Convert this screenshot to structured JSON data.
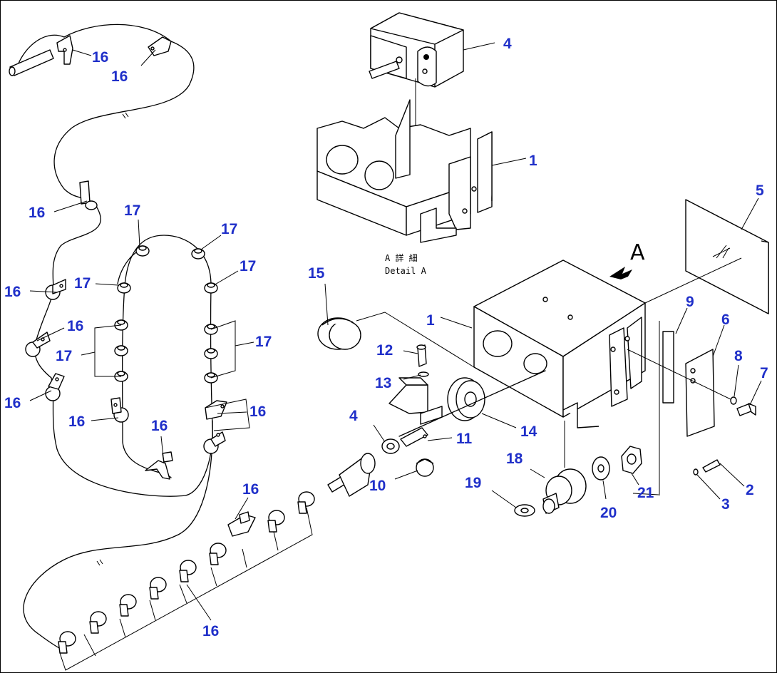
{
  "labels": {
    "p1a": "1",
    "p1b": "1",
    "p2": "2",
    "p3": "3",
    "p4a": "4",
    "p4b": "4",
    "p5": "5",
    "p6": "6",
    "p7": "7",
    "p8": "8",
    "p9": "9",
    "p10": "10",
    "p11": "11",
    "p12": "12",
    "p13": "13",
    "p14": "14",
    "p15": "15",
    "p16": "16",
    "p17": "17",
    "p18": "18",
    "p19": "19",
    "p20": "20",
    "p21": "21"
  },
  "view_marker": "A",
  "detail_caption_jp": "A 詳 細",
  "detail_caption_en": "Detail A",
  "colors": {
    "callout_numbers": "#1f2fc9",
    "line_art": "#000000"
  }
}
